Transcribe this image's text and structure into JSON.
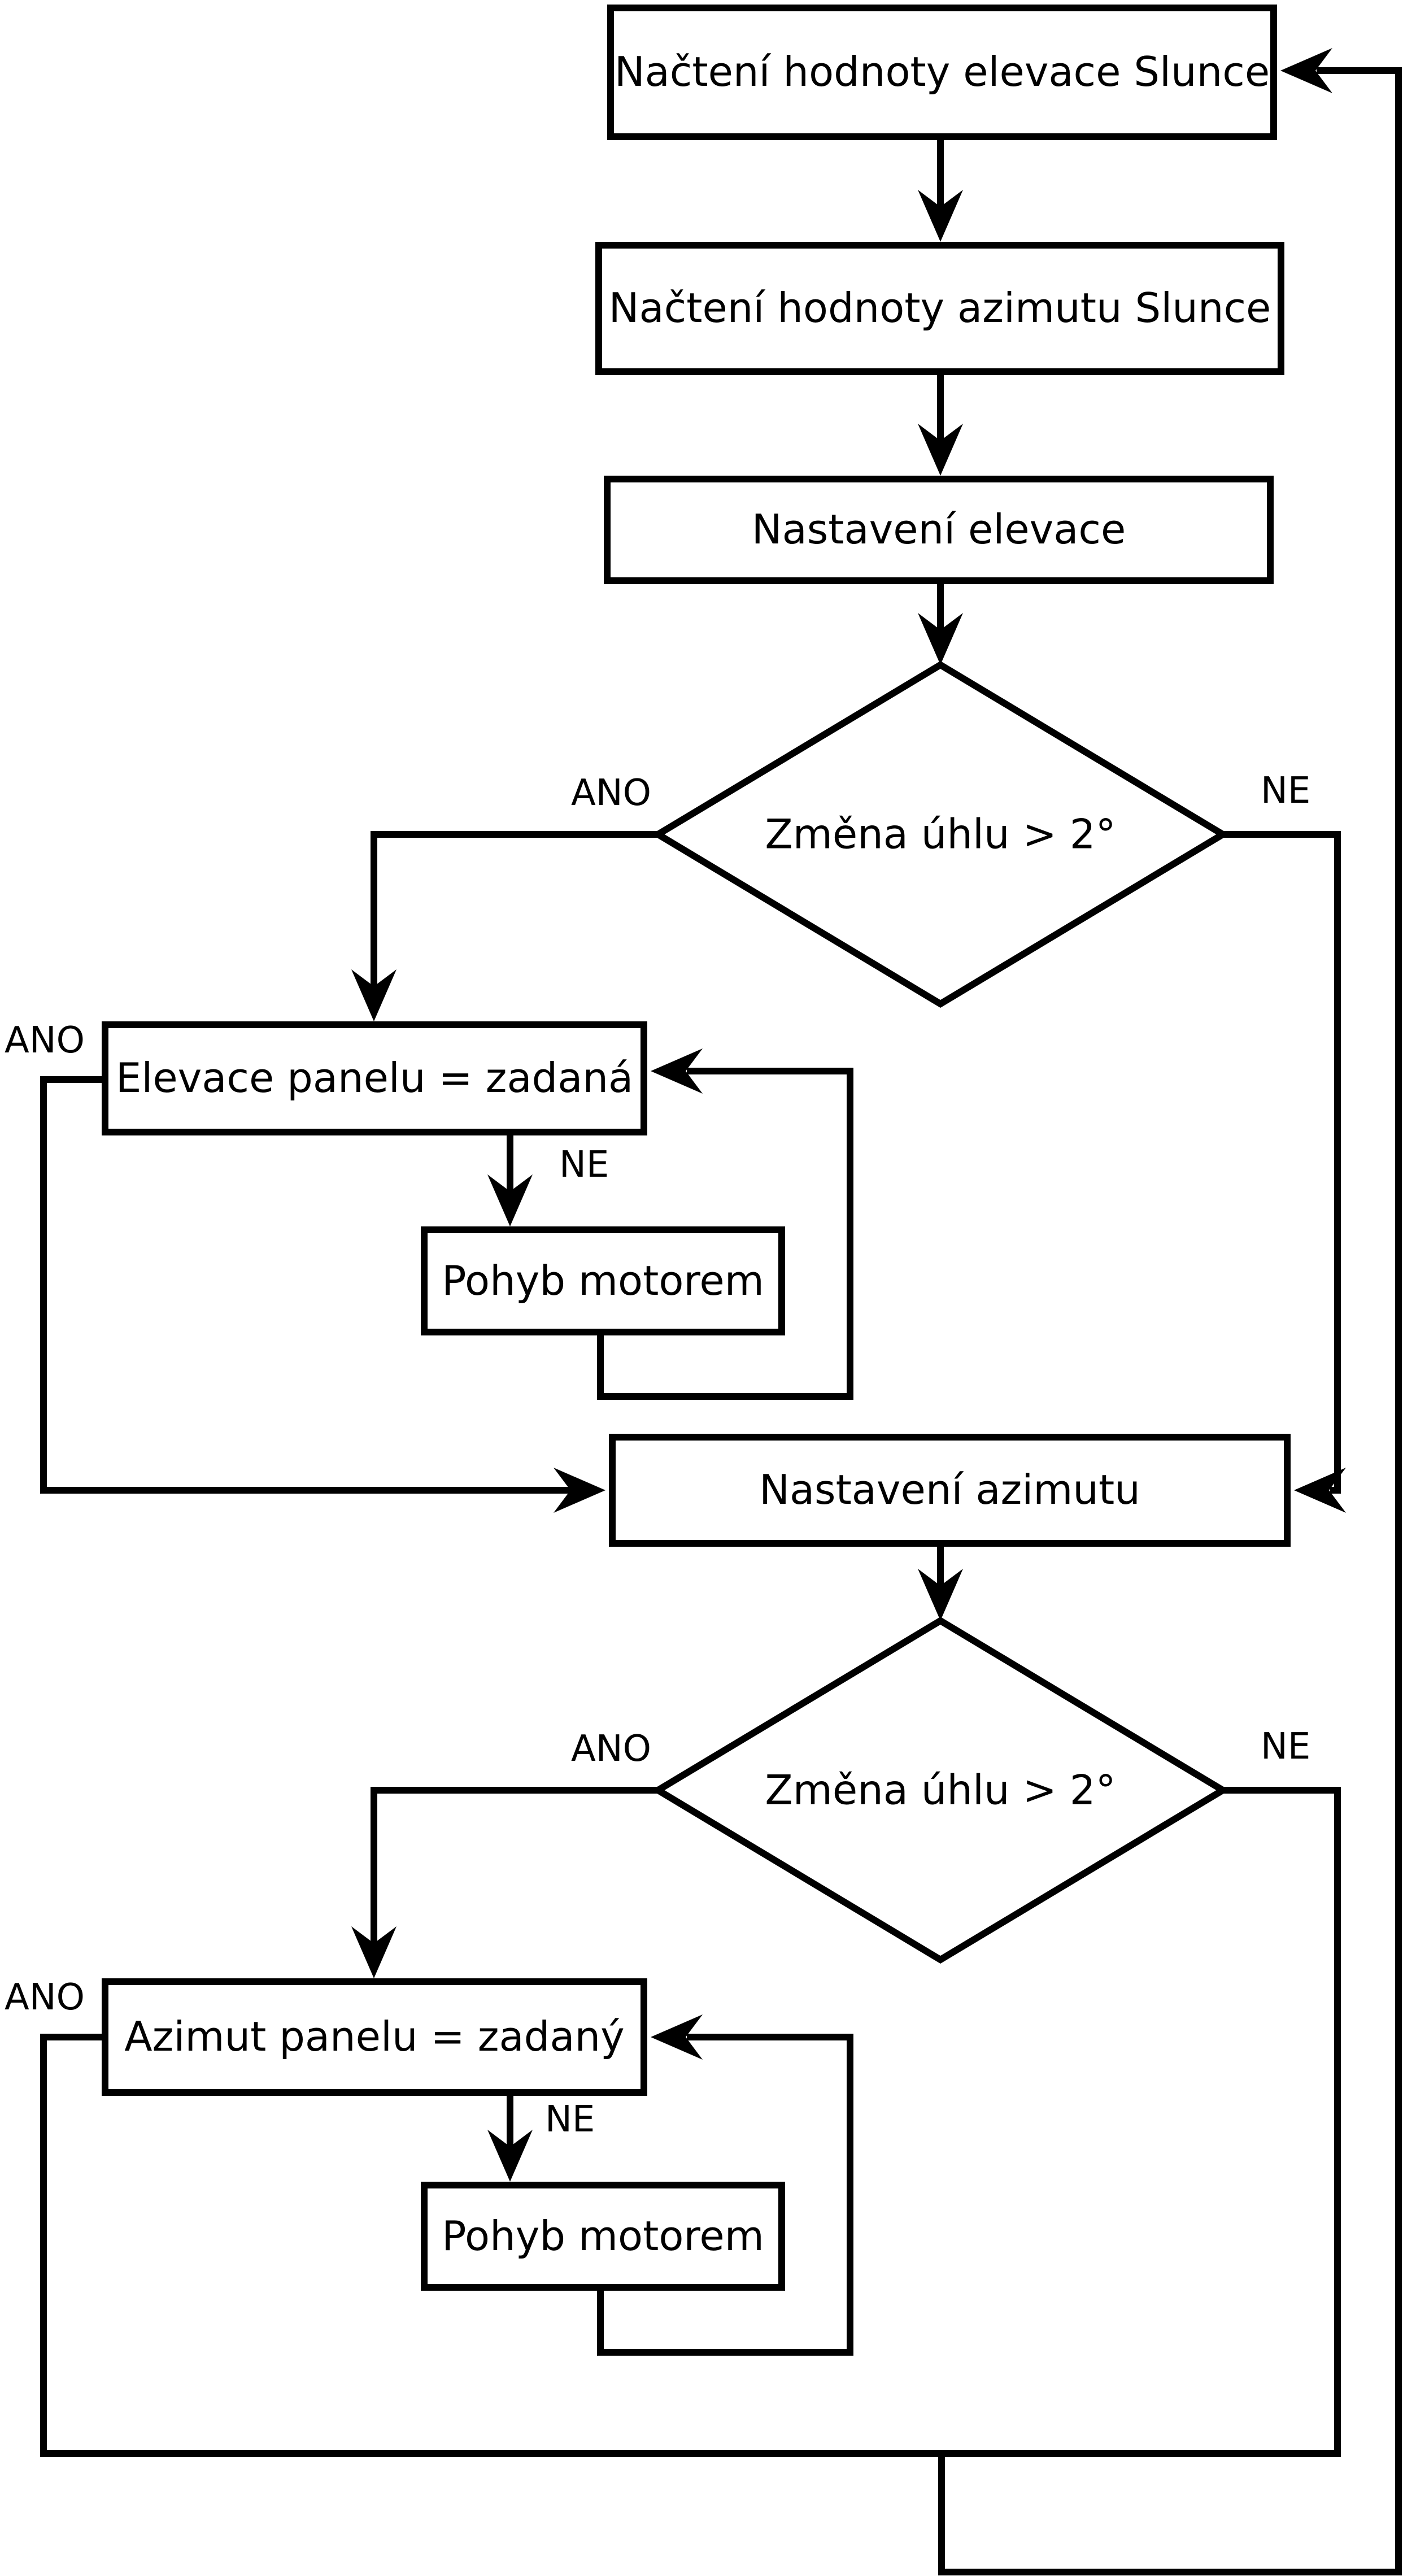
{
  "flowchart": {
    "nodes": {
      "read_elevation": {
        "label": "Načtení hodnoty elevace Slunce"
      },
      "read_azimuth": {
        "label": "Načtení hodnoty azimutu Slunce"
      },
      "set_elevation": {
        "label": "Nastavení elevace"
      },
      "decision_elevation": {
        "label": "Změna úhlu > 2°"
      },
      "elevation_equal": {
        "label": "Elevace panelu = zadaná"
      },
      "motor_move_elevation": {
        "label": "Pohyb motorem"
      },
      "set_azimuth": {
        "label": "Nastavení azimutu"
      },
      "decision_azimuth": {
        "label": "Změna úhlu > 2°"
      },
      "azimuth_equal": {
        "label": "Azimut panelu = zadaný"
      },
      "motor_move_azimuth": {
        "label": "Pohyb motorem"
      }
    },
    "edge_labels": {
      "decision_elevation_yes": "ANO",
      "decision_elevation_no": "NE",
      "elevation_equal_yes": "ANO",
      "elevation_equal_no": "NE",
      "decision_azimuth_yes": "ANO",
      "decision_azimuth_no": "NE",
      "azimuth_equal_yes": "ANO",
      "azimuth_equal_no": "NE"
    },
    "colors": {
      "line": "#000000",
      "background": "#ffffff",
      "text": "#000000"
    }
  }
}
